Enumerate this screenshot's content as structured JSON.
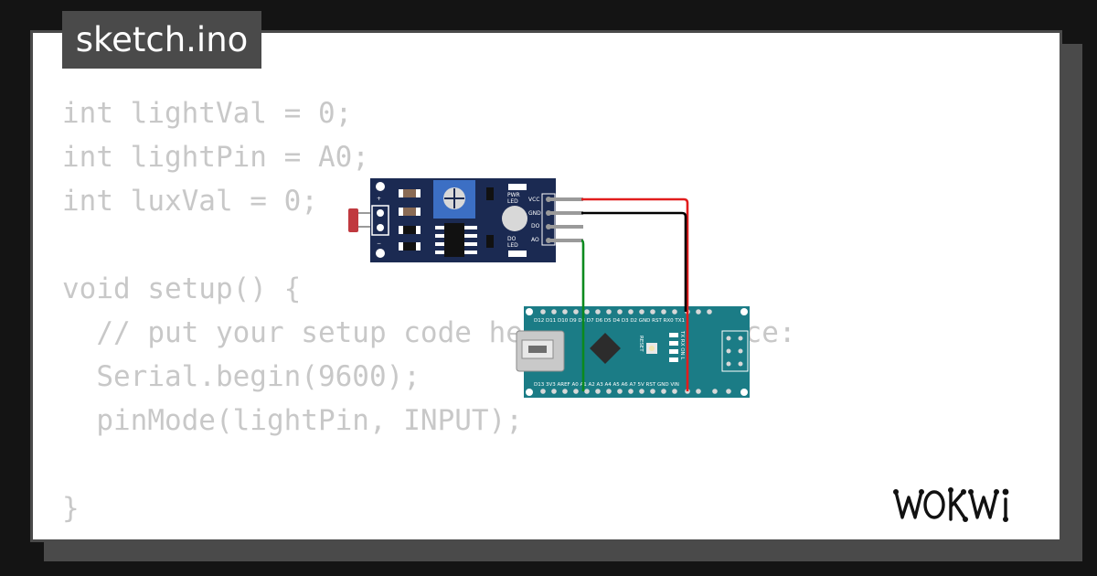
{
  "file": {
    "tab_title": "sketch.ino"
  },
  "code_lines": [
    "int lightVal = 0;",
    "int lightPin = A0;",
    "int luxVal = 0;",
    "",
    "void setup() {",
    "  // put your setup code here, to run once:",
    "  Serial.begin(9600);",
    "  pinMode(lightPin, INPUT);",
    "",
    "}"
  ],
  "sensor_module": {
    "pins": [
      "VCC",
      "GND",
      "DO",
      "AO"
    ],
    "pwr_led_label": [
      "PWR",
      "LED"
    ],
    "do_led_label": [
      "DO",
      "LED"
    ],
    "plus_label": "+",
    "minus_label": "−"
  },
  "arduino_nano": {
    "top_pin_labels": "D12 D11 D10 D9 D8 D7 D6 D5 D4 D3 D2 GND RST RX0 TX1",
    "bottom_pin_labels": "D13 3V3 AREF A0 A1 A2 A3 A4 A5 A6 A7 5V RST GND VIN",
    "reset_label": "RESET",
    "led_labels": "TX RX ON L"
  },
  "wires": {
    "vcc_color": "#e11d1d",
    "gnd_color": "#000000",
    "ao_color": "#0b8a1e"
  },
  "colors": {
    "sensor_board": "#1b2a52",
    "nano_board": "#1b7c86",
    "code_text": "#c8c8c8",
    "frame": "#4a4a4a"
  },
  "brand": {
    "logo_text": "WOKWi"
  }
}
